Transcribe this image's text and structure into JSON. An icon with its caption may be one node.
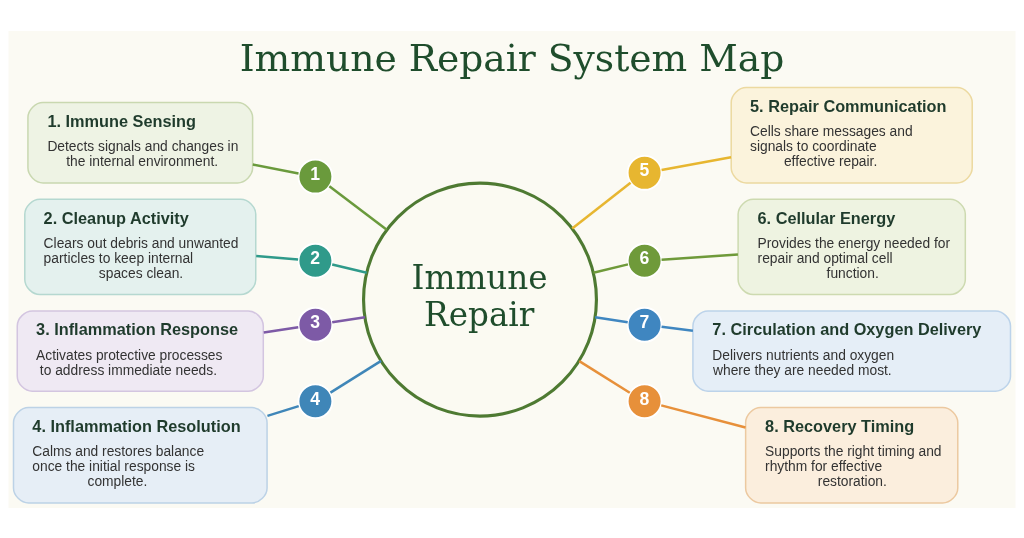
{
  "diagram": {
    "title": "Immune Repair System Map",
    "nodes": [
      {
        "text": [
          "Immune Repair"
        ]
      },
      {
        "text": [
          "1. Immune Sensing",
          "Detects signals and changes in the internal environment."
        ]
      },
      {
        "text": [
          "1"
        ]
      },
      {
        "text": [
          "2. Cleanup Activity",
          "Clears out debris and unwanted particles to keep internal spaces clean."
        ]
      },
      {
        "text": [
          "2"
        ]
      },
      {
        "text": [
          "3. Inflammation Response",
          "Activates protective processes to address immediate needs."
        ]
      },
      {
        "text": [
          "3"
        ]
      },
      {
        "text": [
          "4. Inflammation Resolution",
          "Calms and restores balance once the initial response is complete."
        ]
      },
      {
        "text": [
          "4"
        ]
      },
      {
        "text": [
          "5. Repair Communication",
          "Cells share messages and signals to coordinate effective repair."
        ]
      },
      {
        "text": [
          "5"
        ]
      },
      {
        "text": [
          "6. Cellular Energy",
          "Provides the energy needed for repair and optimal cell function."
        ]
      },
      {
        "text": [
          "6"
        ]
      },
      {
        "text": [
          "7. Circulation and Oxygen Delivery",
          "Delivers nutrients and oxygen where they are needed most."
        ]
      },
      {
        "text": [
          "7"
        ]
      },
      {
        "text": [
          "8. Recovery Timing",
          "Supports the right timing and rhythm for effective restoration."
        ]
      },
      {
        "text": [
          "8"
        ]
      }
    ],
    "edges": [
      {
        "from": 1,
        "to": 2,
        "arrow": "none",
        "color": "#6a9a3c"
      },
      {
        "from": 2,
        "to": 0,
        "arrow": "none",
        "color": "#6a9a3c"
      },
      {
        "from": 3,
        "to": 4,
        "arrow": "none",
        "color": "#2f9a8a"
      },
      {
        "from": 4,
        "to": 0,
        "arrow": "none",
        "color": "#2f9a8a"
      },
      {
        "from": 5,
        "to": 6,
        "arrow": "none",
        "color": "#7d5aa6"
      },
      {
        "from": 6,
        "to": 0,
        "arrow": "none",
        "color": "#7d5aa6"
      },
      {
        "from": 7,
        "to": 8,
        "arrow": "none",
        "color": "#3f86b8"
      },
      {
        "from": 8,
        "to": 0,
        "arrow": "none",
        "color": "#3f86b8"
      },
      {
        "from": 0,
        "to": 10,
        "arrow": "none",
        "color": "#e7b630"
      },
      {
        "from": 10,
        "to": 9,
        "arrow": "none",
        "color": "#e7b630"
      },
      {
        "from": 0,
        "to": 12,
        "arrow": "none",
        "color": "#6f9a3a"
      },
      {
        "from": 12,
        "to": 11,
        "arrow": "none",
        "color": "#6f9a3a"
      },
      {
        "from": 0,
        "to": 14,
        "arrow": "none",
        "color": "#3f86c0"
      },
      {
        "from": 14,
        "to": 13,
        "arrow": "none",
        "color": "#3f86c0"
      },
      {
        "from": 0,
        "to": 16,
        "arrow": "none",
        "color": "#e7903a"
      },
      {
        "from": 16,
        "to": 15,
        "arrow": "none",
        "color": "#e7903a"
      }
    ]
  }
}
